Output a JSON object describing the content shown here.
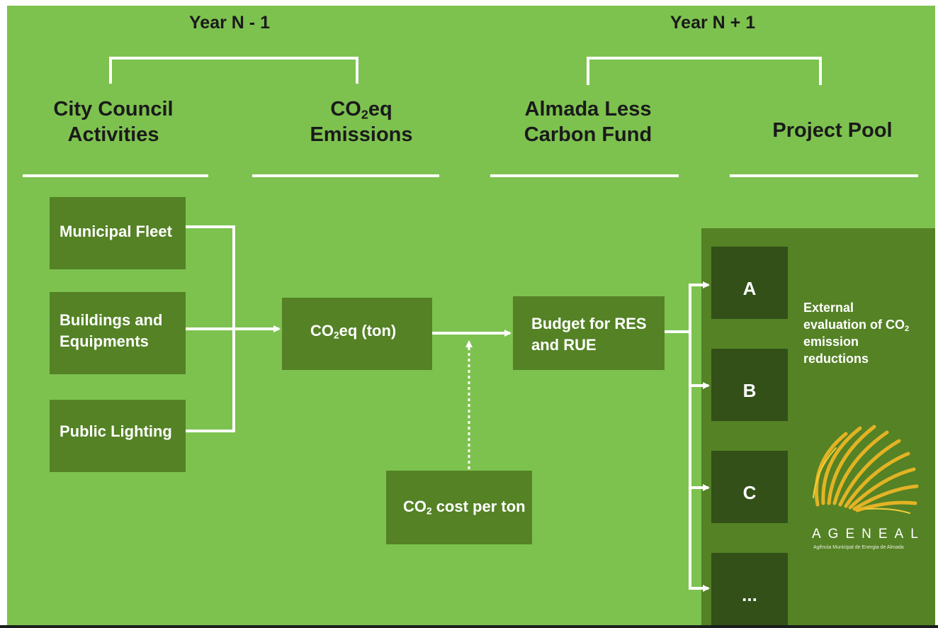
{
  "timeline": {
    "year_before": "Year N - 1",
    "year_after": "Year N + 1"
  },
  "columns": {
    "activities": {
      "line1": "City Council",
      "line2": "Activities"
    },
    "emissions": {
      "co": "CO",
      "sub": "2",
      "eq": "eq",
      "line2": "Emissions"
    },
    "fund": {
      "line1": "Almada Less",
      "line2": "Carbon Fund"
    },
    "pool": {
      "title": "Project Pool"
    }
  },
  "activities": [
    {
      "label": "Municipal Fleet"
    },
    {
      "label": "Buildings and\nEquipments"
    },
    {
      "label": "Public Lighting"
    }
  ],
  "emissions_box": {
    "co": "CO",
    "sub": "2",
    "rest": "eq (ton)"
  },
  "cost_box": {
    "co": "CO",
    "sub": "2",
    "rest": " cost per ton"
  },
  "budget_box": {
    "line1": "Budget for RES",
    "line2": "and RUE"
  },
  "projects": [
    {
      "label": "A"
    },
    {
      "label": "B"
    },
    {
      "label": "C"
    },
    {
      "label": "..."
    }
  ],
  "evaluation": {
    "line1": "External",
    "line2_prefix": "evaluation of CO",
    "line2_sub": "2",
    "line3": "emission",
    "line4": "reductions"
  },
  "logo": {
    "name": "AGENEAL",
    "tagline": "Agência Municipal de Energia de Almada"
  },
  "colors": {
    "background": "#7dc24f",
    "box": "#548225",
    "dark_box": "#325018",
    "connector": "#ffffff",
    "logo_rays": "#e3b324"
  }
}
